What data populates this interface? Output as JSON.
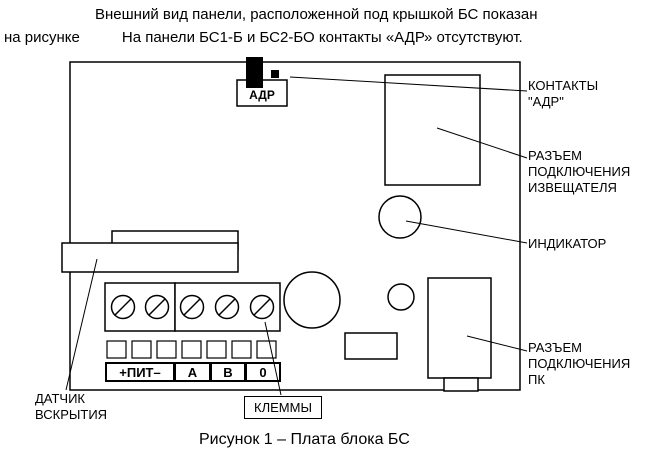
{
  "header": {
    "line1": "Внешний вид панели, расположенной под крышкой БС показан",
    "line2_start": "на рисунке",
    "line2_rest": "На панели БС1-Б и БС2-БО контакты «АДР» отсутствуют."
  },
  "board": {
    "adr_jumper_label": "АДР",
    "terminal_labels": [
      "+ПИТ–",
      "А",
      "В",
      "0"
    ]
  },
  "callouts": {
    "contacts_adr": [
      "КОНТАКТЫ",
      "\"АДР\""
    ],
    "detector_connector": [
      "РАЗЪЕМ",
      "ПОДКЛЮЧЕНИЯ",
      "ИЗВЕЩАТЕЛЯ"
    ],
    "indicator": "ИНДИКАТОР",
    "pc_connector": [
      "РАЗЪЕМ",
      "ПОДКЛЮЧЕНИЯ",
      "ПК"
    ],
    "tamper_sensor": [
      "ДАТЧИК",
      "ВСКРЫТИЯ"
    ],
    "terminals": "КЛЕММЫ"
  },
  "caption": "Рисунок 1 – Плата блока БС"
}
